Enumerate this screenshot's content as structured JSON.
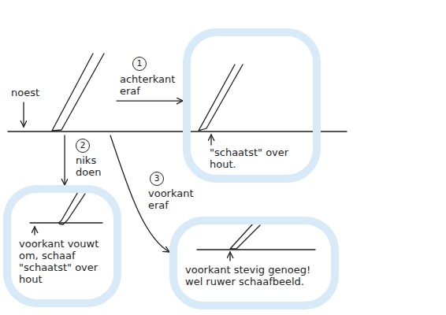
{
  "diagram": {
    "nodes": [
      {
        "text": [
          "noest"
        ]
      },
      {
        "text": [
          "\"schaatst\" over hout."
        ]
      },
      {
        "text": [
          "voorkant vouwt om, schaaf \"schaatst\" over hout"
        ]
      },
      {
        "text": [
          "voorkant stevig genoeg! wel ruwer schaafbeeld."
        ]
      }
    ],
    "edges": [
      {
        "from": 0,
        "to": 1,
        "arrow": "to",
        "label": "achterkant eraf"
      },
      {
        "from": 0,
        "to": 2,
        "arrow": "to",
        "label": "niks doen"
      },
      {
        "from": 0,
        "to": 3,
        "arrow": "to",
        "label": "voorkant eraf"
      }
    ],
    "labels": [
      "1",
      "2",
      "3"
    ]
  }
}
